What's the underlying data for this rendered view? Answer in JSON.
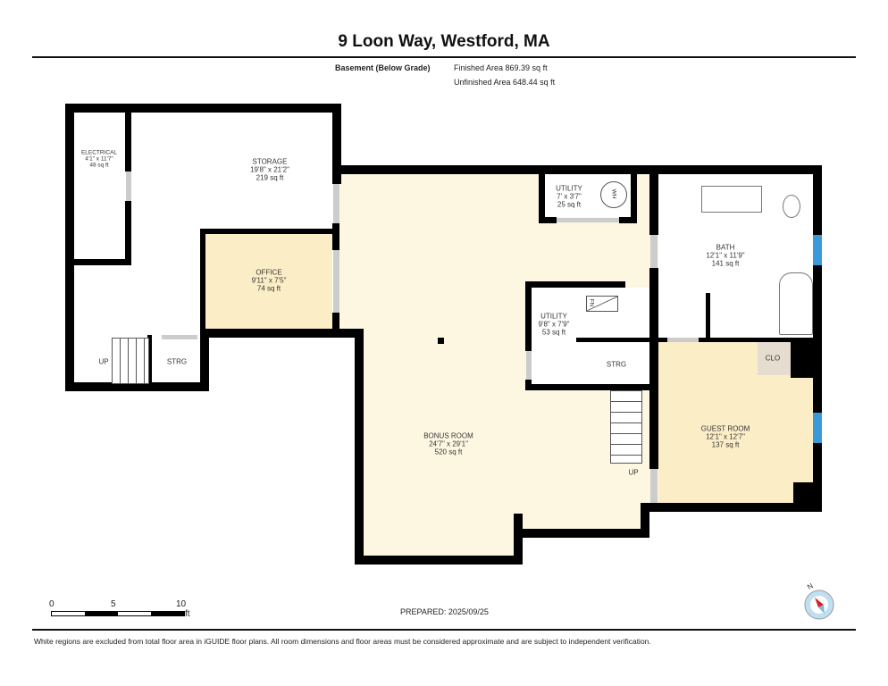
{
  "header": {
    "title": "9 Loon Way, Westford, MA"
  },
  "summary": {
    "level": "Basement (Below Grade)",
    "finished": "Finished Area 869.39 sq ft",
    "unfinished": "Unfinished Area 648.44 sq ft"
  },
  "rooms": {
    "electrical": {
      "name": "ELECTRICAL",
      "dims": "4'1\" x 11'7\"",
      "area": "48 sq ft"
    },
    "storage": {
      "name": "STORAGE",
      "dims": "19'8\" x 21'2\"",
      "area": "219 sq ft"
    },
    "office": {
      "name": "OFFICE",
      "dims": "9'11\" x 7'5\"",
      "area": "74 sq ft"
    },
    "utility_small": {
      "name": "UTILITY",
      "dims": "7' x 3'7\"",
      "area": "25 sq ft"
    },
    "bath": {
      "name": "BATH",
      "dims": "12'1\" x 11'9\"",
      "area": "141 sq ft"
    },
    "utility": {
      "name": "UTILITY",
      "dims": "9'8\" x 7'9\"",
      "area": "53 sq ft"
    },
    "bonus": {
      "name": "BONUS ROOM",
      "dims": "24'7\" x 29'1\"",
      "area": "520 sq ft"
    },
    "guest": {
      "name": "GUEST ROOM",
      "dims": "12'1\" x 12'7\"",
      "area": "137 sq ft"
    }
  },
  "labels": {
    "up_left": "UP",
    "strg_left": "STRG",
    "strg_right": "STRG",
    "clo": "CLO",
    "up_right": "UP",
    "wh": "WH",
    "fn": "FN"
  },
  "scale": {
    "ticks": [
      "0",
      "5",
      "10"
    ],
    "unit": "ft"
  },
  "prepared": "PREPARED: 2025/09/25",
  "compass": {
    "label": "N"
  },
  "footer": {
    "disclaimer": "White regions are excluded from total floor area in iGUIDE floor plans. All room dimensions and floor areas must be considered approximate and are subject to independent verification."
  },
  "colors": {
    "finished_fill": "#fdf7e2",
    "bedroom_fill": "#fbeec6",
    "wall": "#000000",
    "window": "#3a9ad9"
  }
}
